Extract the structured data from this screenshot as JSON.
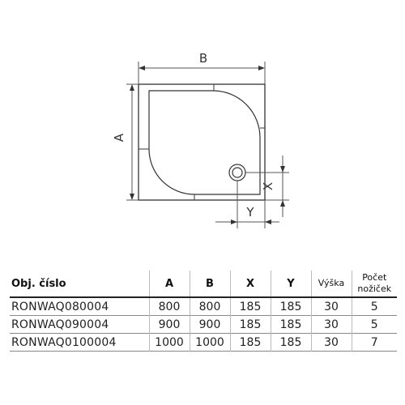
{
  "diagram": {
    "label_b": "B",
    "label_a": "A",
    "label_x": "X",
    "label_y": "Y"
  },
  "table": {
    "headers": {
      "obj": "Obj. číslo",
      "a": "A",
      "b": "B",
      "x": "X",
      "y": "Y",
      "vyska": "Výška",
      "pocet_line1": "Počet",
      "pocet_line2": "nožiček"
    },
    "rows": [
      {
        "obj": "RONWAQ080004",
        "a": "800",
        "b": "800",
        "x": "185",
        "y": "185",
        "vyska": "30",
        "pocet": "5"
      },
      {
        "obj": "RONWAQ090004",
        "a": "900",
        "b": "900",
        "x": "185",
        "y": "185",
        "vyska": "30",
        "pocet": "5"
      },
      {
        "obj": "RONWAQ0100004",
        "a": "1000",
        "b": "1000",
        "x": "185",
        "y": "185",
        "vyska": "30",
        "pocet": "7"
      }
    ]
  }
}
